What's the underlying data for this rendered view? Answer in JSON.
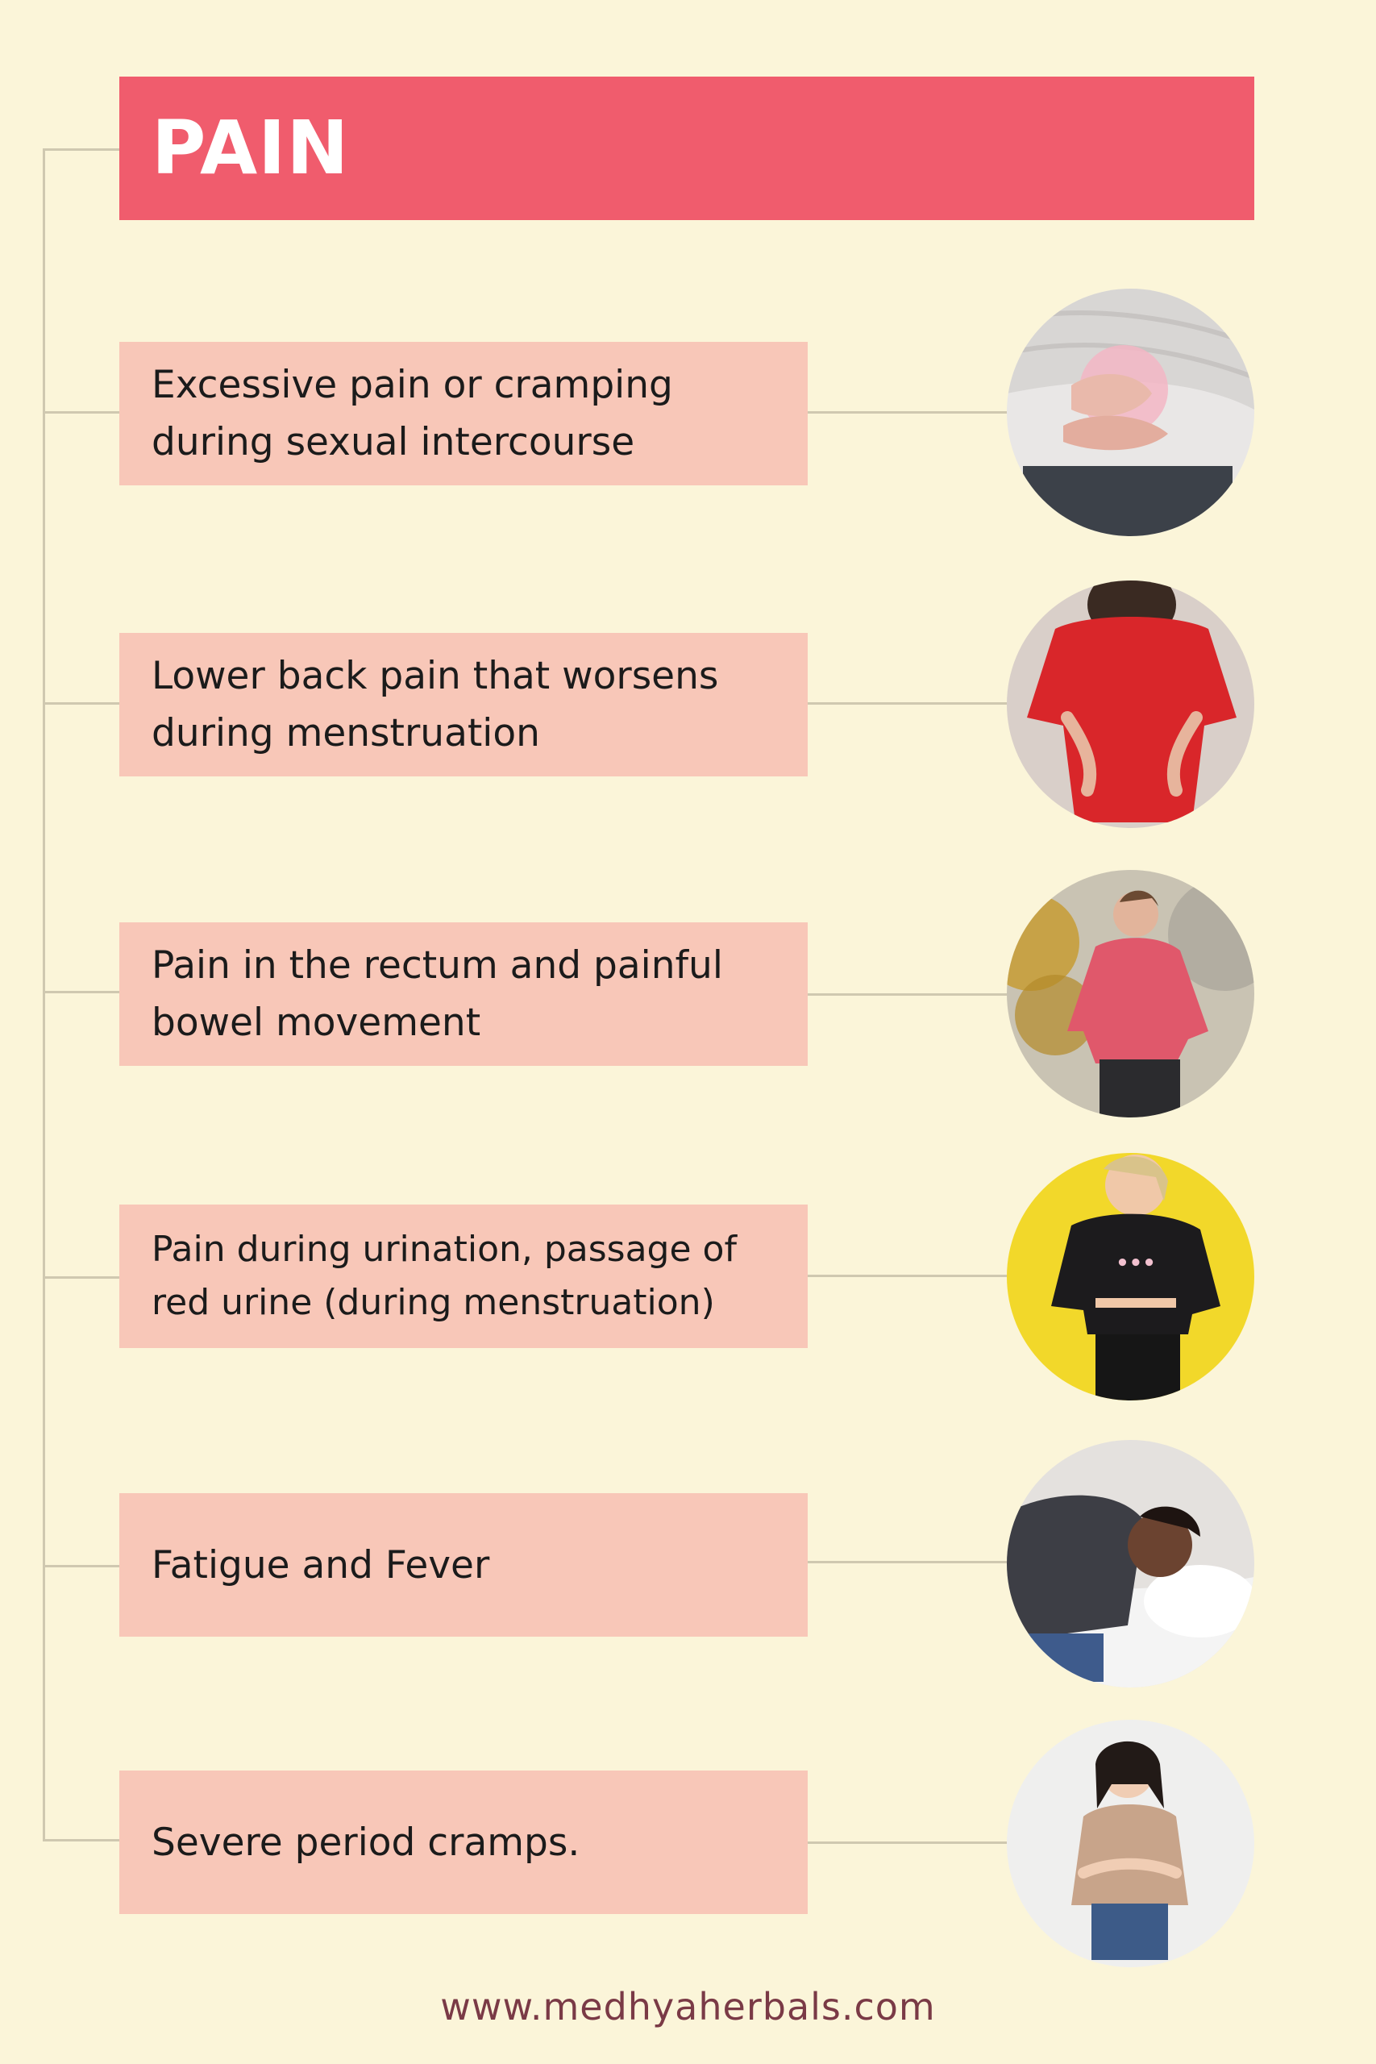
{
  "header": {
    "title": "PAIN",
    "color": "#f05c6d"
  },
  "items": [
    {
      "label": "Excessive pain or cramping during sexual intercourse",
      "image": "abdominal-pain-photo-icon"
    },
    {
      "label": "Lower back pain that worsens during menstruation",
      "image": "back-pain-photo-icon"
    },
    {
      "label": "Pain in the rectum and painful bowel movement",
      "image": "stomach-pain-outdoor-photo-icon"
    },
    {
      "label": "Pain during urination, passage of red urine (during menstruation)",
      "image": "cramps-yellow-background-photo-icon"
    },
    {
      "label": "Fatigue and Fever",
      "image": "fatigue-in-bed-photo-icon"
    },
    {
      "label": "Severe period cramps.",
      "image": "period-cramps-photo-icon"
    }
  ],
  "footer": {
    "website": "www.medhyaherbals.com"
  },
  "colors": {
    "background": "#fbf5d9",
    "card": "#f8c7b8",
    "connector": "#cfc8b0",
    "footer_text": "#7a3a46"
  }
}
